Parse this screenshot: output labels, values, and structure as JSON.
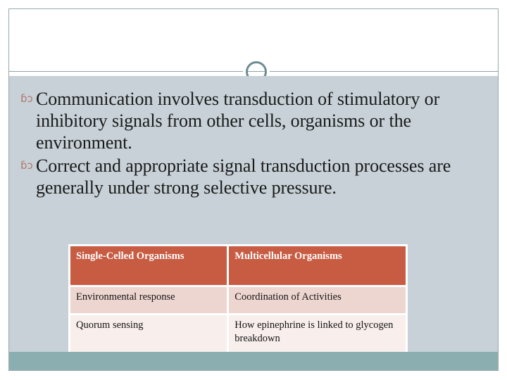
{
  "slide": {
    "title": "",
    "ornament_icon": "ring-ornament-icon",
    "bullet_glyph": "ɓɔ",
    "bullets": [
      {
        "glyph": "ɓɔ",
        "text": "Communication involves transduction of stimulatory or inhibitory signals from other cells, organisms or the environment."
      },
      {
        "glyph": "ɓɔ",
        "text": "Correct and appropriate signal transduction processes are generally under strong selective pressure."
      }
    ],
    "table": {
      "headers": [
        "Single-Celled Organisms",
        "Multicellular Organisms"
      ],
      "rows": [
        [
          "Environmental response",
          "Coordination of Activities"
        ],
        [
          "Quorum sensing",
          "How epinephrine is linked to glycogen breakdown"
        ]
      ]
    },
    "colors": {
      "body_background": "#c7d1d7",
      "table_header_background": "#c75c43",
      "table_row_a_background": "#eed6d0",
      "table_row_b_background": "#f8eeec",
      "bottom_bar": "#8bafb0",
      "bullet_glyph": "#b07a70",
      "divider_rule": "#8fa2a8",
      "ring_ornament": "#6d8b92"
    }
  }
}
